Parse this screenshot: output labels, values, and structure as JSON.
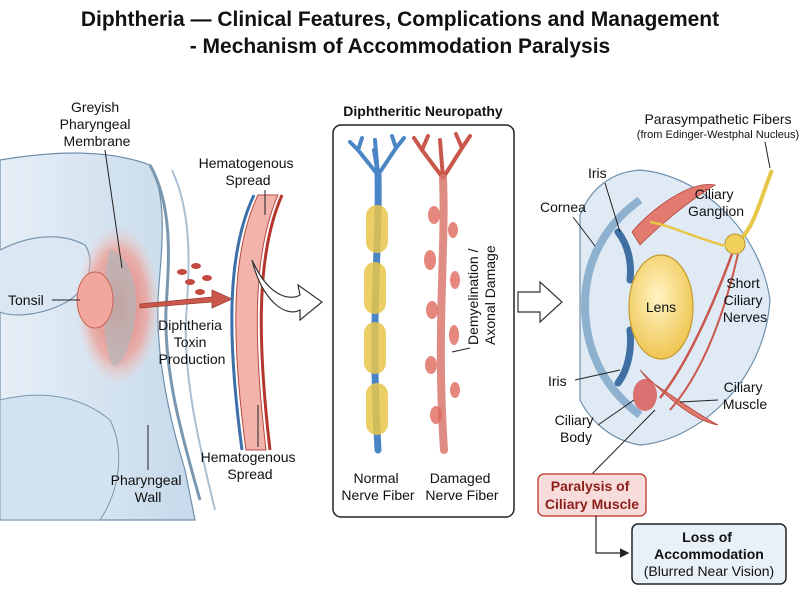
{
  "title": {
    "line1": "Diphtheria — Clinical Features, Complications and Management",
    "line2": "- Mechanism of Accommodation Paralysis"
  },
  "throat": {
    "membrane_label": [
      "Greyish",
      "Pharyngeal",
      "Membrane"
    ],
    "tonsil_label": "Tonsil",
    "wall_label": [
      "Pharyngeal",
      "Wall"
    ],
    "toxin_label": [
      "Diphtheria",
      "Toxin",
      "Production"
    ]
  },
  "vessel": {
    "top_label": [
      "Hematogenous",
      "Spread"
    ],
    "bottom_label": [
      "Hematogenous",
      "Spread"
    ]
  },
  "neuropathy": {
    "title": "Diphtheritic Neuropathy",
    "damage_label": [
      "Demyelination /",
      "Axonal Damage"
    ],
    "normal_label": [
      "Normal",
      "Nerve Fiber"
    ],
    "damaged_label": [
      "Damaged",
      "Nerve Fiber"
    ]
  },
  "eye": {
    "parasympathetic_label": "Parasympathetic Fibers",
    "parasympathetic_sub": "(from Edinger-Westphal Nucleus)",
    "iris_top_label": "Iris",
    "cornea_label": "Cornea",
    "ganglion_label": [
      "Ciliary",
      "Ganglion"
    ],
    "lens_label": "Lens",
    "short_nerves_label": [
      "Short",
      "Ciliary",
      "Nerves"
    ],
    "iris_bottom_label": "Iris",
    "muscle_label": [
      "Ciliary",
      "Muscle"
    ],
    "body_label": [
      "Ciliary",
      "Body"
    ]
  },
  "outcome": {
    "paralysis_label": [
      "Paralysis of",
      "Ciliary Muscle"
    ],
    "loss_label": [
      "Loss of",
      "Accommodation"
    ],
    "loss_sub": "(Blurred Near Vision)"
  },
  "colors": {
    "nerve_blue": "#4a86c5",
    "myelin_yellow": "#e8c64a",
    "inflamed_red": "#d9534f",
    "lens_yellow": "#f5d36a",
    "tissue_blue": "#cfe0ee",
    "paralysis_fill": "#f8dcdc",
    "loss_fill": "#e9f1f8"
  }
}
